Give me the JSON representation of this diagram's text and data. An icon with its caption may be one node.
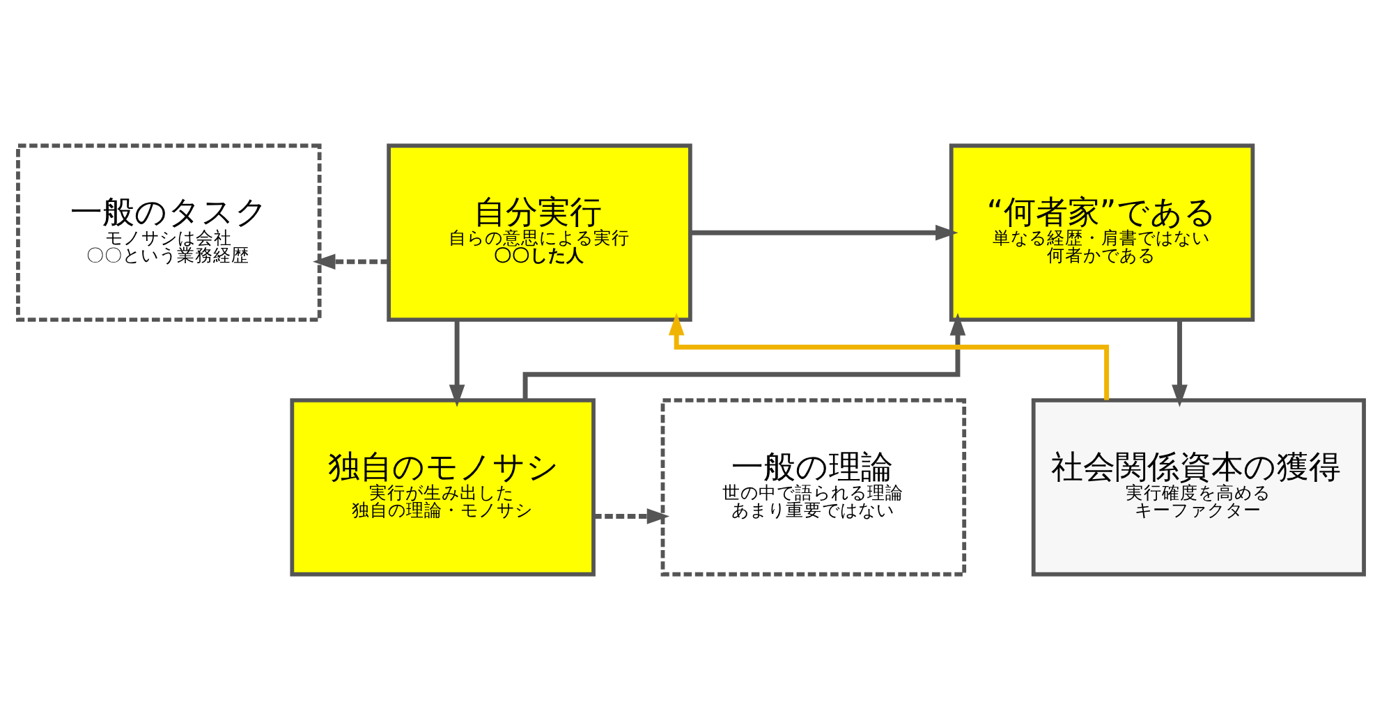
{
  "diagram": {
    "nodes": [
      {
        "text": [
          "一般のタスク",
          "モノサシは会社",
          "〇〇という業務経歴"
        ]
      },
      {
        "text": [
          "自分実行",
          "自らの意思による実行",
          "〇〇した人"
        ]
      },
      {
        "text": [
          "“何者家”である",
          "単なる経歴・肩書ではない",
          "何者かである"
        ]
      },
      {
        "text": [
          "一般の理論",
          "世の中で語られる理論",
          "あまり重要ではない"
        ]
      },
      {
        "text": [
          "独自のモノサシ",
          "実行が生み出した",
          "独自の理論・モノサシ"
        ]
      },
      {
        "text": [
          "社会関係資本の獲得",
          "実行確度を高める",
          "キーファクター"
        ]
      }
    ],
    "edges": [
      {
        "from": 1,
        "to": 0,
        "arrow": "to",
        "style": "dashed"
      },
      {
        "from": 1,
        "to": 2,
        "arrow": "to"
      },
      {
        "from": 1,
        "to": 4,
        "arrow": "to"
      },
      {
        "from": 4,
        "to": 2,
        "arrow": "to"
      },
      {
        "from": 2,
        "to": 5,
        "arrow": "to"
      },
      {
        "from": 4,
        "to": 3,
        "arrow": "to",
        "style": "dashed"
      },
      {
        "from": 5,
        "to": 1,
        "arrow": "to",
        "color": "#f0b400"
      }
    ]
  }
}
